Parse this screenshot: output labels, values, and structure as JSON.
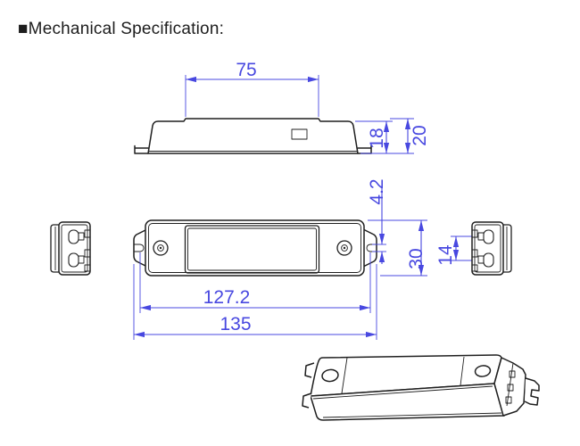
{
  "page": {
    "title": "■Mechanical Specification:"
  },
  "drawing": {
    "type": "mechanical-specification-3-view",
    "colors": {
      "line": "#1f1f1f",
      "dimension": "#4848e0",
      "background": "#ffffff"
    },
    "dimensions": {
      "top_rib_length": "75",
      "body_height": "18",
      "overall_height": "20",
      "slot_width": "4.2",
      "body_width": "30",
      "terminal_spacing": "14",
      "slot_center_distance": "127.2",
      "overall_length": "135"
    }
  }
}
